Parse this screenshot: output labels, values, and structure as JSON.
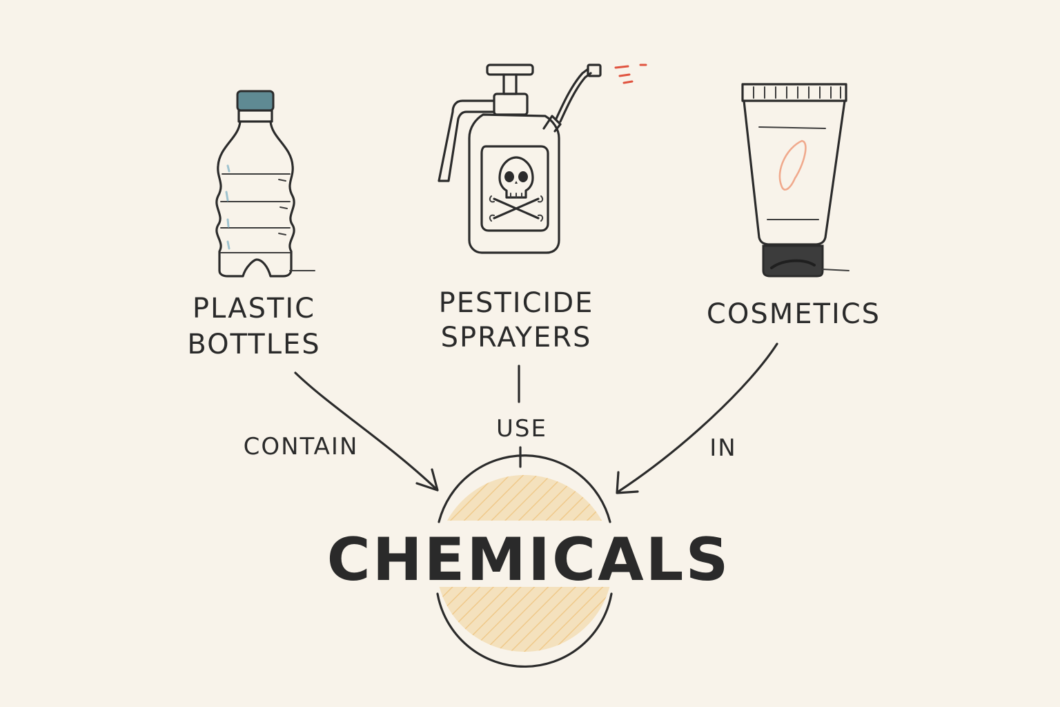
{
  "diagram": {
    "items": [
      {
        "id": "plastic-bottles",
        "label_lines": [
          "PLASTIC",
          "BOTTLES"
        ],
        "icon": "plastic-bottle-icon"
      },
      {
        "id": "pesticide-sprayers",
        "label_lines": [
          "PESTICIDE",
          "SPRAYERS"
        ],
        "icon": "pesticide-sprayer-icon"
      },
      {
        "id": "cosmetics",
        "label_lines": [
          "COSMETICS"
        ],
        "icon": "cosmetic-tube-icon"
      }
    ],
    "relations": [
      {
        "from": "plastic-bottles",
        "label": "CONTAIN"
      },
      {
        "from": "pesticide-sprayers",
        "label": "USE"
      },
      {
        "from": "cosmetics",
        "label": "IN"
      }
    ],
    "center": {
      "label": "CHEMICALS"
    }
  },
  "colors": {
    "background": "#f8f3ea",
    "ink": "#2b2b2b",
    "center_fill": "#f4e1bd",
    "center_hatch": "#efc98a",
    "bottle_cap": "#5f8a93",
    "bottle_highlight": "#9fc3cf",
    "spray_mist": "#e0533f",
    "tube_highlight": "#f0a98c"
  }
}
